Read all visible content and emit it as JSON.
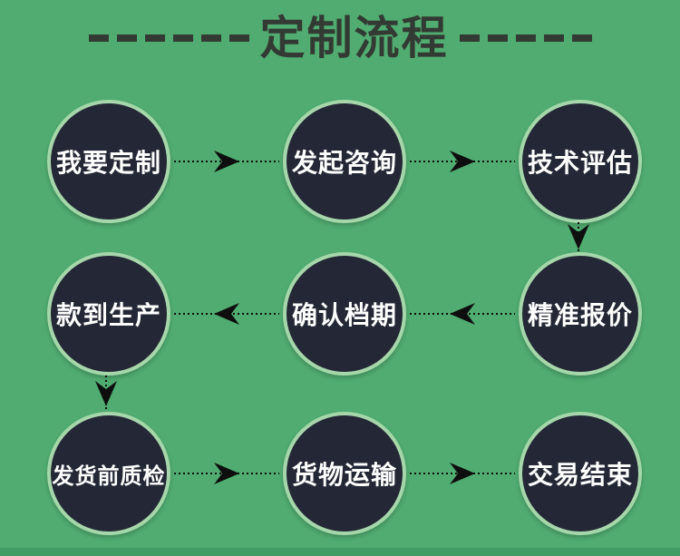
{
  "title": {
    "text": "定制流程",
    "left_dashes": 6,
    "right_dashes": 5
  },
  "colors": {
    "background": "#50ac70",
    "circle_fill": "#242735",
    "circle_ring": "#a6d7ab",
    "title_color": "#333a33",
    "arrow_color": "#0e0e0e",
    "label_color": "#ffffff",
    "bottom_strip": "#419c63"
  },
  "steps": [
    {
      "order": 1,
      "label": "我要定制",
      "row": 0,
      "col": 0
    },
    {
      "order": 2,
      "label": "发起咨询",
      "row": 0,
      "col": 1
    },
    {
      "order": 3,
      "label": "技术评估",
      "row": 0,
      "col": 2
    },
    {
      "order": 4,
      "label": "精准报价",
      "row": 1,
      "col": 2
    },
    {
      "order": 5,
      "label": "确认档期",
      "row": 1,
      "col": 1
    },
    {
      "order": 6,
      "label": "款到生产",
      "row": 1,
      "col": 0
    },
    {
      "order": 7,
      "label": "发货前质检",
      "row": 2,
      "col": 0
    },
    {
      "order": 8,
      "label": "货物运输",
      "row": 2,
      "col": 1
    },
    {
      "order": 9,
      "label": "交易结束",
      "row": 2,
      "col": 2
    }
  ],
  "arrows": [
    {
      "from": "我要定制",
      "to": "发起咨询",
      "direction": "right"
    },
    {
      "from": "发起咨询",
      "to": "技术评估",
      "direction": "right"
    },
    {
      "from": "技术评估",
      "to": "精准报价",
      "direction": "down"
    },
    {
      "from": "精准报价",
      "to": "确认档期",
      "direction": "left"
    },
    {
      "from": "确认档期",
      "to": "款到生产",
      "direction": "left"
    },
    {
      "from": "款到生产",
      "to": "发货前质检",
      "direction": "down"
    },
    {
      "from": "发货前质检",
      "to": "货物运输",
      "direction": "right"
    },
    {
      "from": "货物运输",
      "to": "交易结束",
      "direction": "right"
    }
  ]
}
